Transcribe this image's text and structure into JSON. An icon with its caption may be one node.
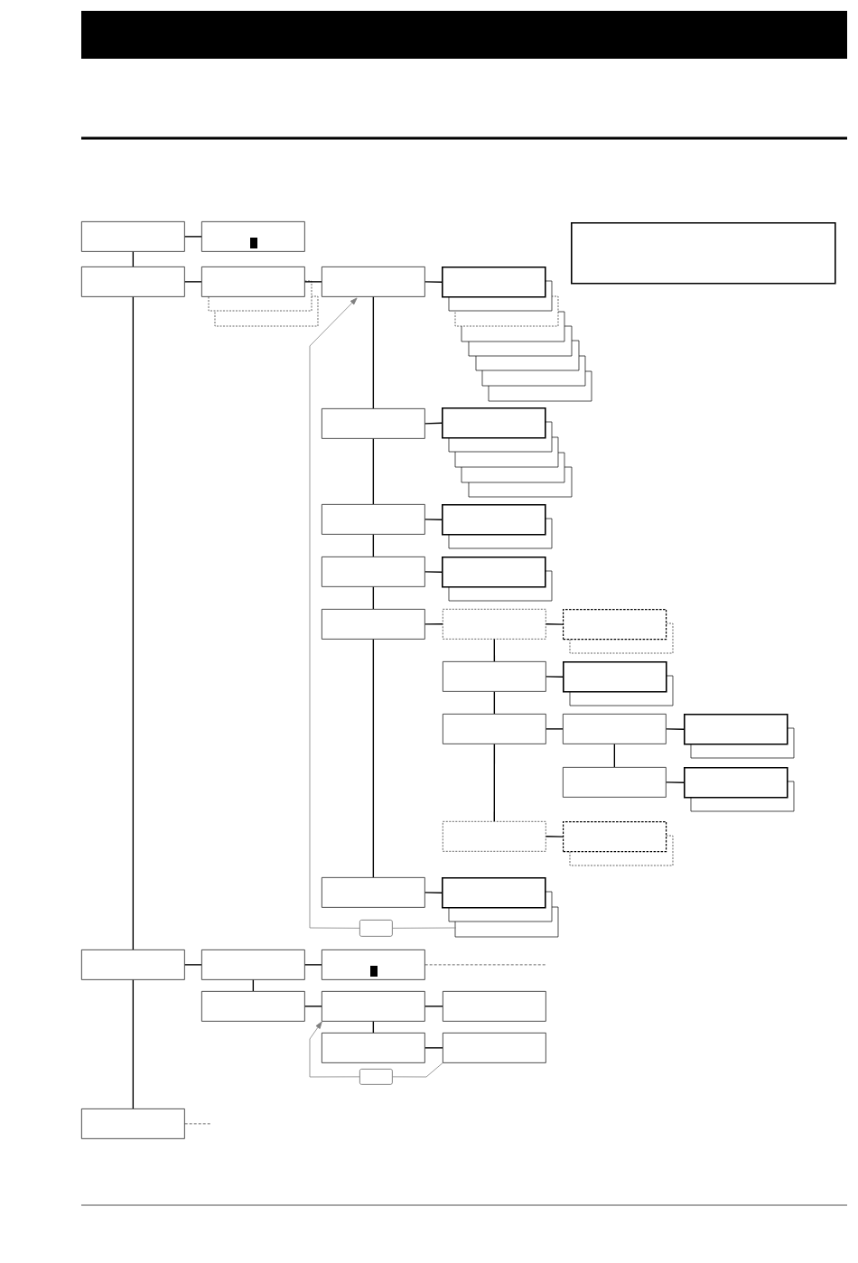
{
  "diagram": {
    "nodes": [
      {
        "text": [],
        "shape": "box"
      },
      {
        "text": [],
        "shape": "box"
      },
      {
        "text": [],
        "shape": "box"
      },
      {
        "text": [],
        "shape": "box"
      },
      {
        "text": [],
        "shape": "box"
      },
      {
        "text": [],
        "shape": "box"
      },
      {
        "text": [],
        "shape": "box"
      },
      {
        "text": [],
        "shape": "box"
      },
      {
        "text": [],
        "shape": "box"
      },
      {
        "text": [],
        "shape": "box"
      },
      {
        "text": [],
        "shape": "box"
      },
      {
        "text": [],
        "shape": "box"
      },
      {
        "text": [],
        "shape": "box"
      },
      {
        "text": [],
        "shape": "box"
      },
      {
        "text": [],
        "shape": "box"
      },
      {
        "text": [],
        "shape": "box"
      },
      {
        "text": [],
        "shape": "box"
      },
      {
        "text": [],
        "shape": "box"
      },
      {
        "text": [],
        "shape": "box"
      },
      {
        "text": [],
        "shape": "box"
      },
      {
        "text": [],
        "shape": "box"
      },
      {
        "text": [],
        "shape": "box"
      },
      {
        "text": [],
        "shape": "box"
      },
      {
        "text": [],
        "shape": "box"
      },
      {
        "text": [],
        "shape": "box"
      },
      {
        "text": [],
        "shape": "box"
      },
      {
        "text": [],
        "shape": "box"
      },
      {
        "text": [],
        "shape": "box"
      },
      {
        "text": [],
        "shape": "box"
      },
      {
        "text": [],
        "shape": "box"
      },
      {
        "text": [],
        "shape": "box"
      },
      {
        "text": [],
        "shape": "box"
      },
      {
        "text": [],
        "shape": "box"
      },
      {
        "text": [],
        "shape": "box"
      },
      {
        "text": [],
        "shape": "box"
      },
      {
        "text": [],
        "shape": "box"
      },
      {
        "text": [],
        "shape": "box"
      },
      {
        "text": [],
        "shape": "box"
      }
    ],
    "edges": [
      {
        "from": 0,
        "to": 1,
        "arrow": "none"
      },
      {
        "from": 0,
        "to": 2,
        "arrow": "none"
      },
      {
        "from": 2,
        "to": 3,
        "arrow": "none"
      },
      {
        "from": 3,
        "to": 4,
        "arrow": "none"
      },
      {
        "from": 4,
        "to": 5,
        "arrow": "none"
      },
      {
        "from": 4,
        "to": 6,
        "arrow": "none"
      },
      {
        "from": 6,
        "to": 7,
        "arrow": "none"
      },
      {
        "from": 6,
        "to": 8,
        "arrow": "none"
      },
      {
        "from": 8,
        "to": 9,
        "arrow": "none"
      },
      {
        "from": 8,
        "to": 10,
        "arrow": "none"
      },
      {
        "from": 10,
        "to": 11,
        "arrow": "none"
      },
      {
        "from": 10,
        "to": 12,
        "arrow": "none"
      },
      {
        "from": 12,
        "to": 13,
        "arrow": "none"
      },
      {
        "from": 13,
        "to": 14,
        "arrow": "none"
      },
      {
        "from": 13,
        "to": 15,
        "arrow": "none"
      },
      {
        "from": 15,
        "to": 16,
        "arrow": "none"
      },
      {
        "from": 15,
        "to": 17,
        "arrow": "none"
      },
      {
        "from": 17,
        "to": 18,
        "arrow": "none"
      },
      {
        "from": 18,
        "to": 19,
        "arrow": "none"
      },
      {
        "from": 18,
        "to": 20,
        "arrow": "none"
      },
      {
        "from": 20,
        "to": 21,
        "arrow": "none"
      },
      {
        "from": 17,
        "to": 22,
        "arrow": "none"
      },
      {
        "from": 22,
        "to": 23,
        "arrow": "none"
      },
      {
        "from": 12,
        "to": 24,
        "arrow": "none"
      },
      {
        "from": 24,
        "to": 25,
        "arrow": "none"
      },
      {
        "from": 25,
        "to": 26,
        "arrow": "none",
        "color": "#808080"
      },
      {
        "from": 26,
        "to": 4,
        "arrow": "to",
        "color": "#808080"
      },
      {
        "from": 2,
        "to": 28,
        "arrow": "none"
      },
      {
        "from": 28,
        "to": 29,
        "arrow": "none"
      },
      {
        "from": 29,
        "to": 30,
        "arrow": "none"
      },
      {
        "from": 30,
        "to": null,
        "arrow": "none",
        "style": "dashed"
      },
      {
        "from": 29,
        "to": 31,
        "arrow": "none"
      },
      {
        "from": 31,
        "to": 32,
        "arrow": "none"
      },
      {
        "from": 32,
        "to": 33,
        "arrow": "none"
      },
      {
        "from": 32,
        "to": 34,
        "arrow": "none"
      },
      {
        "from": 34,
        "to": 35,
        "arrow": "none"
      },
      {
        "from": 35,
        "to": 36,
        "arrow": "none",
        "color": "#808080"
      },
      {
        "from": 36,
        "to": 32,
        "arrow": "to",
        "color": "#808080"
      },
      {
        "from": 28,
        "to": 37,
        "arrow": "none"
      },
      {
        "from": 37,
        "to": null,
        "arrow": "none",
        "style": "dashed"
      }
    ]
  }
}
